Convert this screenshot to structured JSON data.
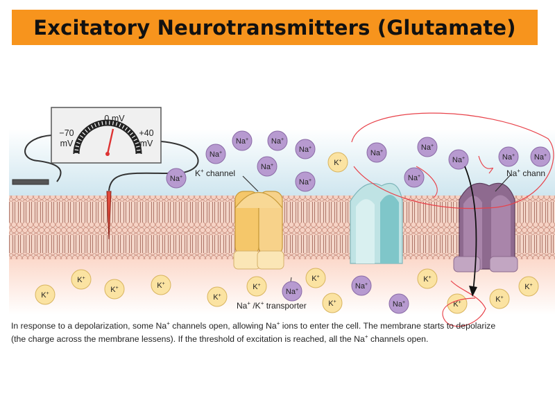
{
  "title": "Excitatory Neurotransmitters (Glutamate)",
  "meter": {
    "center_label": "0 mV",
    "left_value": "−70",
    "left_unit": "mV",
    "right_value": "+40",
    "right_unit": "mV"
  },
  "labels": {
    "k_channel": "K",
    "k_channel_suffix": " channel",
    "na_channel": "Na",
    "na_channel_suffix": " chann",
    "transporter_a": "Na",
    "transporter_mid": " /K",
    "transporter_suffix": " transporter"
  },
  "ions": {
    "na_text": "Na",
    "k_text": "K",
    "charge": "+"
  },
  "caption": {
    "line1_pre": "In response to a depolarization, some Na",
    "line1_post": " channels open, allowing Na",
    "line1_end": " ions to enter the cell. The membrane starts to depolarize",
    "line2_pre": "(the charge across the membrane lessens). If the threshold of excitation is reached, all the Na",
    "line2_post": " channels open."
  },
  "colors": {
    "banner": "#f7941d",
    "na_ion": "#b79ad0",
    "k_ion": "#fbe3a2",
    "extracellular": "#d5eaf2",
    "intracellular": "#fde1d6",
    "k_channel": "#f5c76a",
    "na_channel": "#8e6a8f",
    "transporter": "#a8d8dc",
    "annotation": "#e8424a"
  }
}
